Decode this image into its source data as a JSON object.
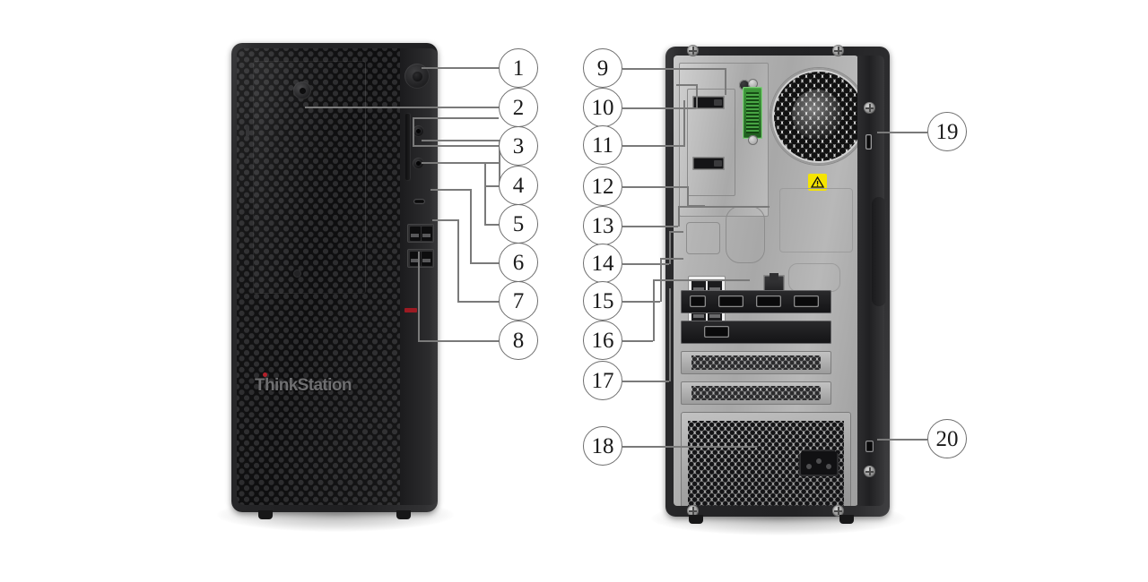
{
  "page": {
    "title": "Lenovo ThinkStation tower front and rear callout diagram",
    "background_color": "#ffffff"
  },
  "colors": {
    "callout_border": "#6e6e6e",
    "leader_line": "#7a7a7a",
    "chassis_black": "#222224",
    "rear_panel_metal": "#b4b4b4",
    "serial_port_green": "#3f9b3a",
    "warning_yellow": "#f5e400",
    "logo_red": "#b3202a",
    "front_accent_red": "#9c1a22"
  },
  "front_view": {
    "name": "front-view",
    "brand_logo": "ThinkStation",
    "callouts": [
      {
        "id": "1",
        "number": "1",
        "target": "power-button"
      },
      {
        "id": "2",
        "number": "2",
        "target": "optical-drive-bay"
      },
      {
        "id": "3",
        "number": "3",
        "target": "card-reader-slot"
      },
      {
        "id": "4",
        "number": "4",
        "target": "headphone-jack"
      },
      {
        "id": "5",
        "number": "5",
        "target": "microphone-jack"
      },
      {
        "id": "6",
        "number": "6",
        "target": "usb-c-port"
      },
      {
        "id": "7",
        "number": "7",
        "target": "usb-a-ports-upper"
      },
      {
        "id": "8",
        "number": "8",
        "target": "usb-a-ports-lower"
      }
    ]
  },
  "rear_view": {
    "name": "rear-view",
    "callouts": [
      {
        "id": "9",
        "number": "9",
        "target": "serial-port"
      },
      {
        "id": "10",
        "number": "10",
        "target": "ps2-or-audio-jack"
      },
      {
        "id": "11",
        "number": "11",
        "target": "displayport-connectors"
      },
      {
        "id": "12",
        "number": "12",
        "target": "optional-connector-bay"
      },
      {
        "id": "13",
        "number": "13",
        "target": "ethernet-connector"
      },
      {
        "id": "14",
        "number": "14",
        "target": "usb-ports-upper"
      },
      {
        "id": "15",
        "number": "15",
        "target": "usb-ports-lower"
      },
      {
        "id": "16",
        "number": "16",
        "target": "graphics-card-outputs"
      },
      {
        "id": "17",
        "number": "17",
        "target": "pci-express-slots"
      },
      {
        "id": "18",
        "number": "18",
        "target": "power-supply-unit"
      },
      {
        "id": "19",
        "number": "19",
        "target": "security-lock-slot"
      },
      {
        "id": "20",
        "number": "20",
        "target": "padlock-loop"
      }
    ]
  }
}
